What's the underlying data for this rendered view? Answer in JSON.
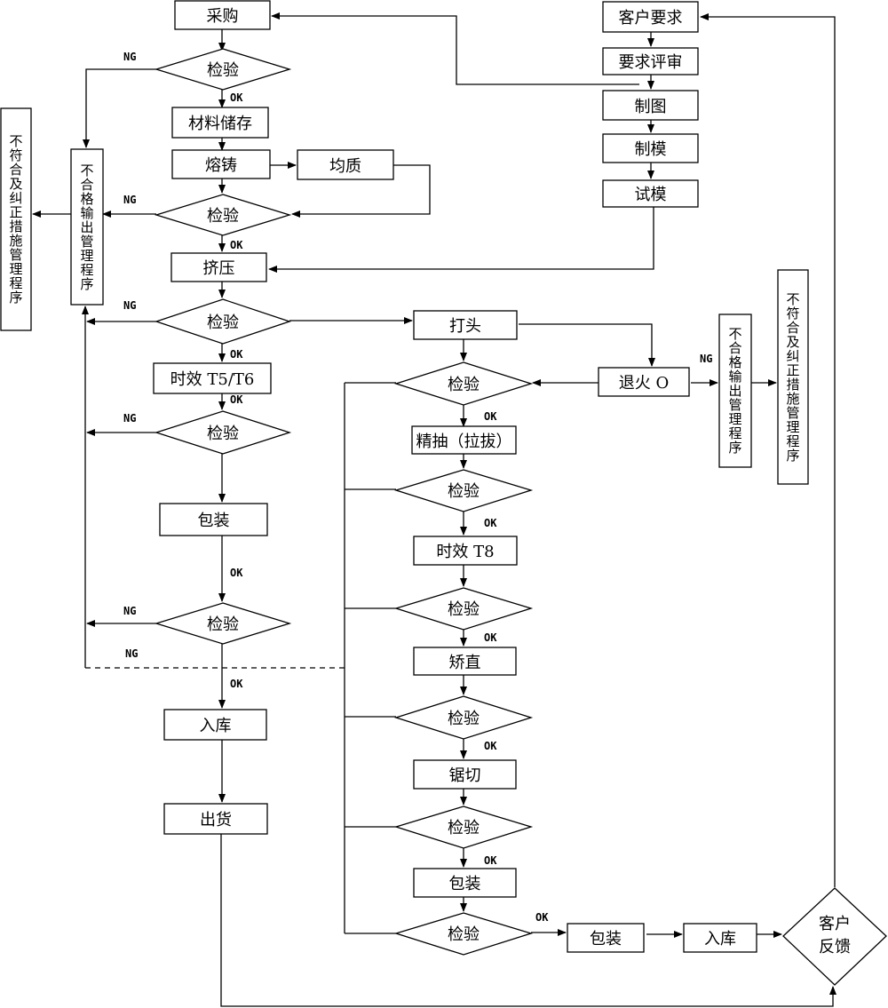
{
  "nodes": {
    "purchase": "采购",
    "inspect": "检验",
    "material_storage": "材料储存",
    "casting": "熔铸",
    "homogenize": "均质",
    "extrude": "挤压",
    "aging_t5t6": "时效 T5/T6",
    "pack": "包装",
    "warehouse": "入库",
    "ship": "出货",
    "customer_req": "客户要求",
    "req_review": "要求评审",
    "drawing": "制图",
    "die_making": "制模",
    "die_trial": "试模",
    "heading": "打头",
    "anneal": "退火 O",
    "draw": "精抽（拉拔）",
    "aging_t8": "时效 T8",
    "straighten": "矫直",
    "saw": "锯切",
    "customer_feedback": "客户反馈",
    "nc_output_proc": "不合格输出管理程序",
    "nc_corrective_proc": "不符合及纠正措施管理程序"
  },
  "tags": {
    "ok": "OK",
    "ng": "NG"
  }
}
